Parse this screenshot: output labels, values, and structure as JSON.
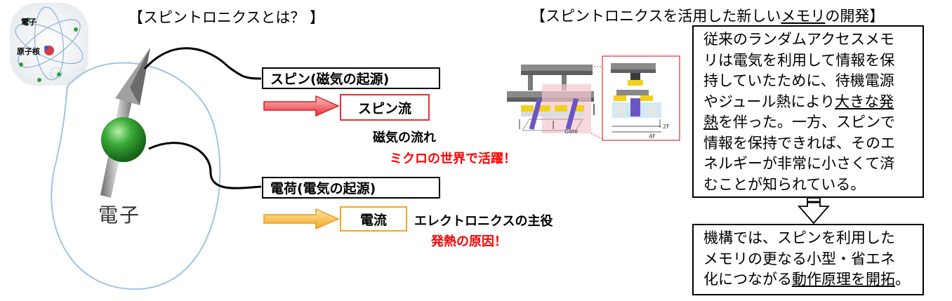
{
  "left": {
    "title": "【スピントロニクスとは？ 】",
    "atom_label_electron": "電子",
    "atom_label_nucleus": "原子核",
    "electron_label": "電子",
    "spin": {
      "label": "スピン(磁気の起源)",
      "current_label": "スピン流",
      "note": "磁気の流れ",
      "highlight": "ミクロの世界で活躍！",
      "arrow_color": "#e8303a"
    },
    "charge": {
      "label": "電荷(電気の起源)",
      "current_label": "電流",
      "note": "エレクトロニクスの主役",
      "highlight": "発熱の原因！",
      "arrow_color": "#f5a623"
    }
  },
  "right": {
    "title_pre": "【スピントロニクスを活用した新しい",
    "title_u": "メモリ",
    "title_post": "の開発】",
    "figure_labels": {
      "gate": "Gate",
      "dim_2f": "2F",
      "dim_4f": "4F"
    },
    "box1": {
      "lines": [
        "従来のランダムアクセスメモ",
        "リは電気を利用して情報を保",
        "持していたために、待機電源",
        "やジュール熱により"
      ],
      "u1": "大きな発",
      "u2": "熱",
      "after_u2": "を伴った。一方、スピンで",
      "lines_end": [
        "情報を保持できれば、そのエ",
        "ネルギーが非常に小さくて済",
        "むことが知られている。"
      ]
    },
    "box2": {
      "line1": "機構では、スピンを利用した",
      "line2": "メモリの更なる小型・省エネ",
      "line3_pre": "化につながる",
      "line3_u": "動作原理を開拓",
      "line3_post": "。"
    }
  }
}
